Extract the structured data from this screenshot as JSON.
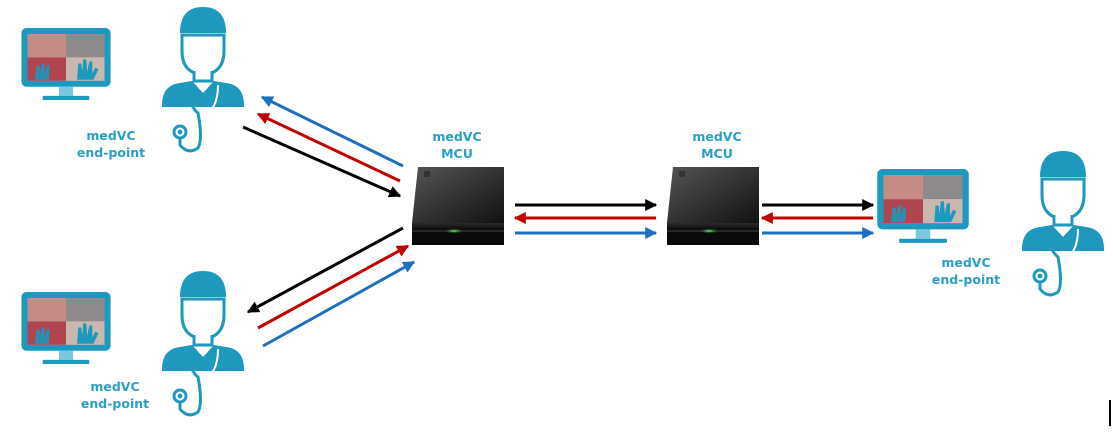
{
  "colors": {
    "teal": "#1e98bd",
    "label": "#2a9fc6",
    "arrow_black": "#000000",
    "arrow_red": "#c00000",
    "arrow_blue": "#1f6fc0"
  },
  "endpoints": [
    {
      "line1": "medVC",
      "line2": "end-point"
    },
    {
      "line1": "medVC",
      "line2": "end-point"
    },
    {
      "line1": "medVC",
      "line2": "end-point"
    }
  ],
  "mcus": [
    {
      "line1": "medVC",
      "line2": "MCU"
    },
    {
      "line1": "medVC",
      "line2": "MCU"
    }
  ]
}
